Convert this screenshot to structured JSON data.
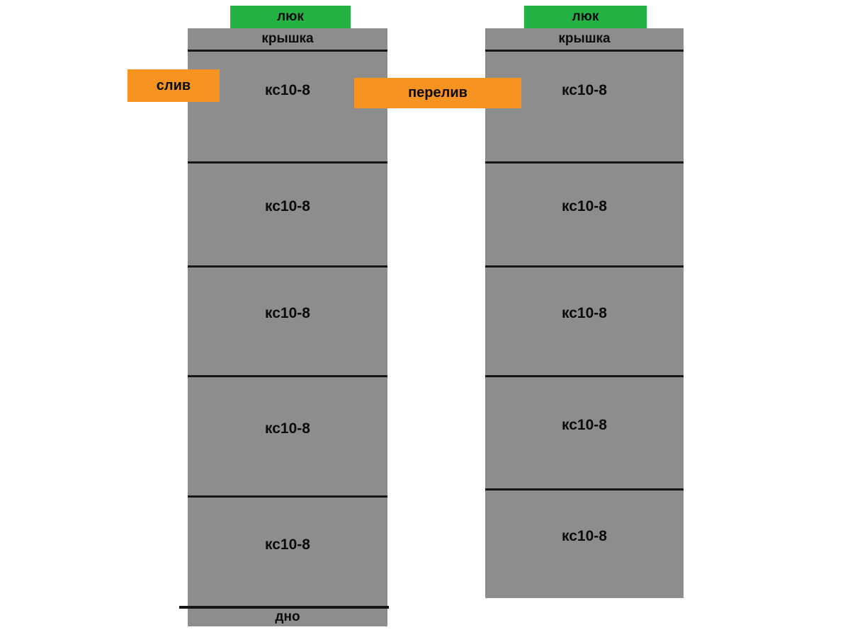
{
  "left_well": {
    "hatch_label": "люк",
    "cover_label": "крышка",
    "rings": [
      "кс10-8",
      "кс10-8",
      "кс10-8",
      "кс10-8",
      "кс10-8"
    ],
    "bottom_label": "дно",
    "drain_label": "слив"
  },
  "right_well": {
    "hatch_label": "люк",
    "cover_label": "крышка",
    "rings": [
      "кс10-8",
      "кс10-8",
      "кс10-8",
      "кс10-8",
      "кс10-8"
    ],
    "overflow_label": "перелив"
  },
  "colors": {
    "ring_gray": "#8d8d8d",
    "hatch_green": "#25b244",
    "pipe_orange": "#f79321",
    "line_black": "#161616",
    "background": "#ffffff"
  }
}
